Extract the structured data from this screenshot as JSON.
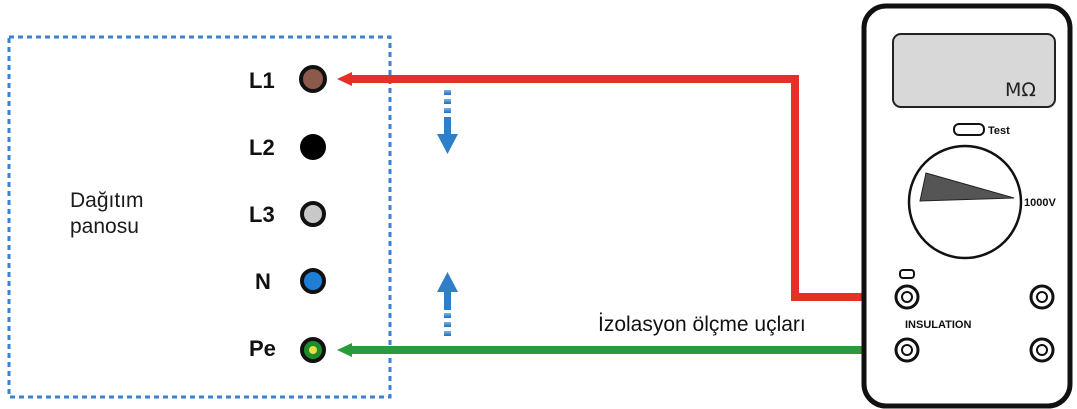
{
  "panel": {
    "line1": "Dağıtım",
    "line2": "panosu"
  },
  "terminals": [
    {
      "label": "L1",
      "color": "#8b5a4a"
    },
    {
      "label": "L2",
      "color": "#000000"
    },
    {
      "label": "L3",
      "color": "#c8c8c8"
    },
    {
      "label": "N",
      "color": "#1f7fd6"
    },
    {
      "label": "Pe",
      "color": "#1e8c2a",
      "center": "#e8e040"
    }
  ],
  "meter": {
    "display_unit": "MΩ",
    "test_label": "Test",
    "range_label": "1000V",
    "jack_label": "INSULATION"
  },
  "probe_label": "İzolasyon ölçme uçları",
  "colors": {
    "panel_border": "#3b82d0",
    "red_lead": "#e53028",
    "green_lead": "#2a9a3a",
    "arrow_blue": "#2f7ec8"
  }
}
